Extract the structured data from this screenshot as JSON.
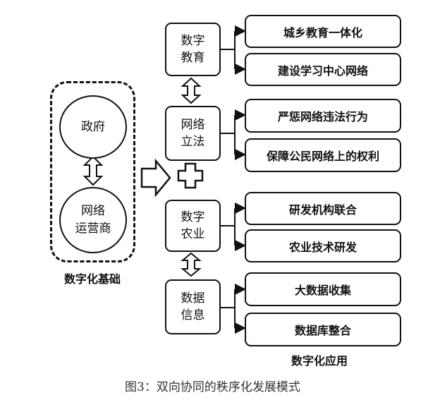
{
  "base": {
    "title": "数字化基础",
    "government": "政府",
    "operator": "网络\n运营商"
  },
  "categories": [
    {
      "name": "数字\n教育",
      "items": [
        "城乡教育一体化",
        "建设学习中心网络"
      ]
    },
    {
      "name": "网络\n立法",
      "items": [
        "严惩网络违法行为",
        "保障公民网络上的权利"
      ]
    },
    {
      "name": "数字\n农业",
      "items": [
        "研发机构联合",
        "农业技术研发"
      ]
    },
    {
      "name": "数据\n信息",
      "items": [
        "大数据收集",
        "数据库整合"
      ]
    }
  ],
  "applications_title": "数字化应用",
  "caption": "图3：双向协同的秩序化发展模式"
}
